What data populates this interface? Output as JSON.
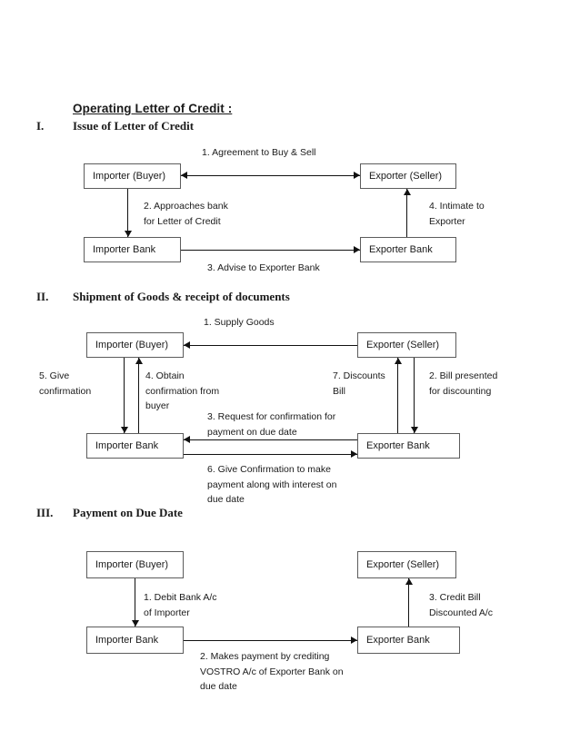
{
  "document": {
    "title": "Operating Letter of Credit :"
  },
  "sections": [
    {
      "numeral": "I.",
      "heading": "Issue of Letter of Credit",
      "nodes": {
        "importer": "Importer (Buyer)",
        "exporter": "Exporter (Seller)",
        "importer_bank": "Importer Bank",
        "exporter_bank": "Exporter Bank"
      },
      "flows": [
        {
          "id": "s1-f1",
          "label": "1. Agreement to Buy & Sell"
        },
        {
          "id": "s1-f2",
          "label": "2. Approaches bank\nfor Letter of Credit"
        },
        {
          "id": "s1-f3",
          "label": "3.  Advise to Exporter Bank"
        },
        {
          "id": "s1-f4",
          "label": "4. Intimate to\nExporter"
        }
      ]
    },
    {
      "numeral": "II.",
      "heading": "Shipment  of Goods & receipt of documents",
      "nodes": {
        "importer": "Importer (Buyer)",
        "exporter": "Exporter (Seller)",
        "importer_bank": "Importer Bank",
        "exporter_bank": "Exporter Bank"
      },
      "flows": [
        {
          "id": "s2-f1",
          "label": "1. Supply Goods"
        },
        {
          "id": "s2-f2",
          "label": "2. Bill presented\nfor discounting"
        },
        {
          "id": "s2-f3",
          "label": "3.  Request for confirmation for\npayment on due date"
        },
        {
          "id": "s2-f4",
          "label": "4. Obtain\nconfirmation from\nbuyer"
        },
        {
          "id": "s2-f5",
          "label": "5. Give\nconfirmation"
        },
        {
          "id": "s2-f6",
          "label": "6. Give Confirmation to make\npayment along with interest on\ndue date"
        },
        {
          "id": "s2-f7",
          "label": "7. Discounts\nBill"
        }
      ]
    },
    {
      "numeral": "III.",
      "heading": "Payment on Due Date",
      "nodes": {
        "importer": "Importer (Buyer)",
        "exporter": "Exporter (Seller)",
        "importer_bank": "Importer Bank",
        "exporter_bank": "Exporter Bank"
      },
      "flows": [
        {
          "id": "s3-f1",
          "label": "1.  Debit Bank A/c\nof Importer"
        },
        {
          "id": "s3-f2",
          "label": "2.  Makes payment by crediting\nVOSTRO A/c of Exporter Bank on\ndue date"
        },
        {
          "id": "s3-f3",
          "label": "3. Credit Bill\nDiscounted A/c"
        }
      ]
    }
  ],
  "colors": {
    "page_background": "#ffffff",
    "text": "#1a1a1a",
    "box_border": "#5c5c5c",
    "connector": "#111111"
  }
}
